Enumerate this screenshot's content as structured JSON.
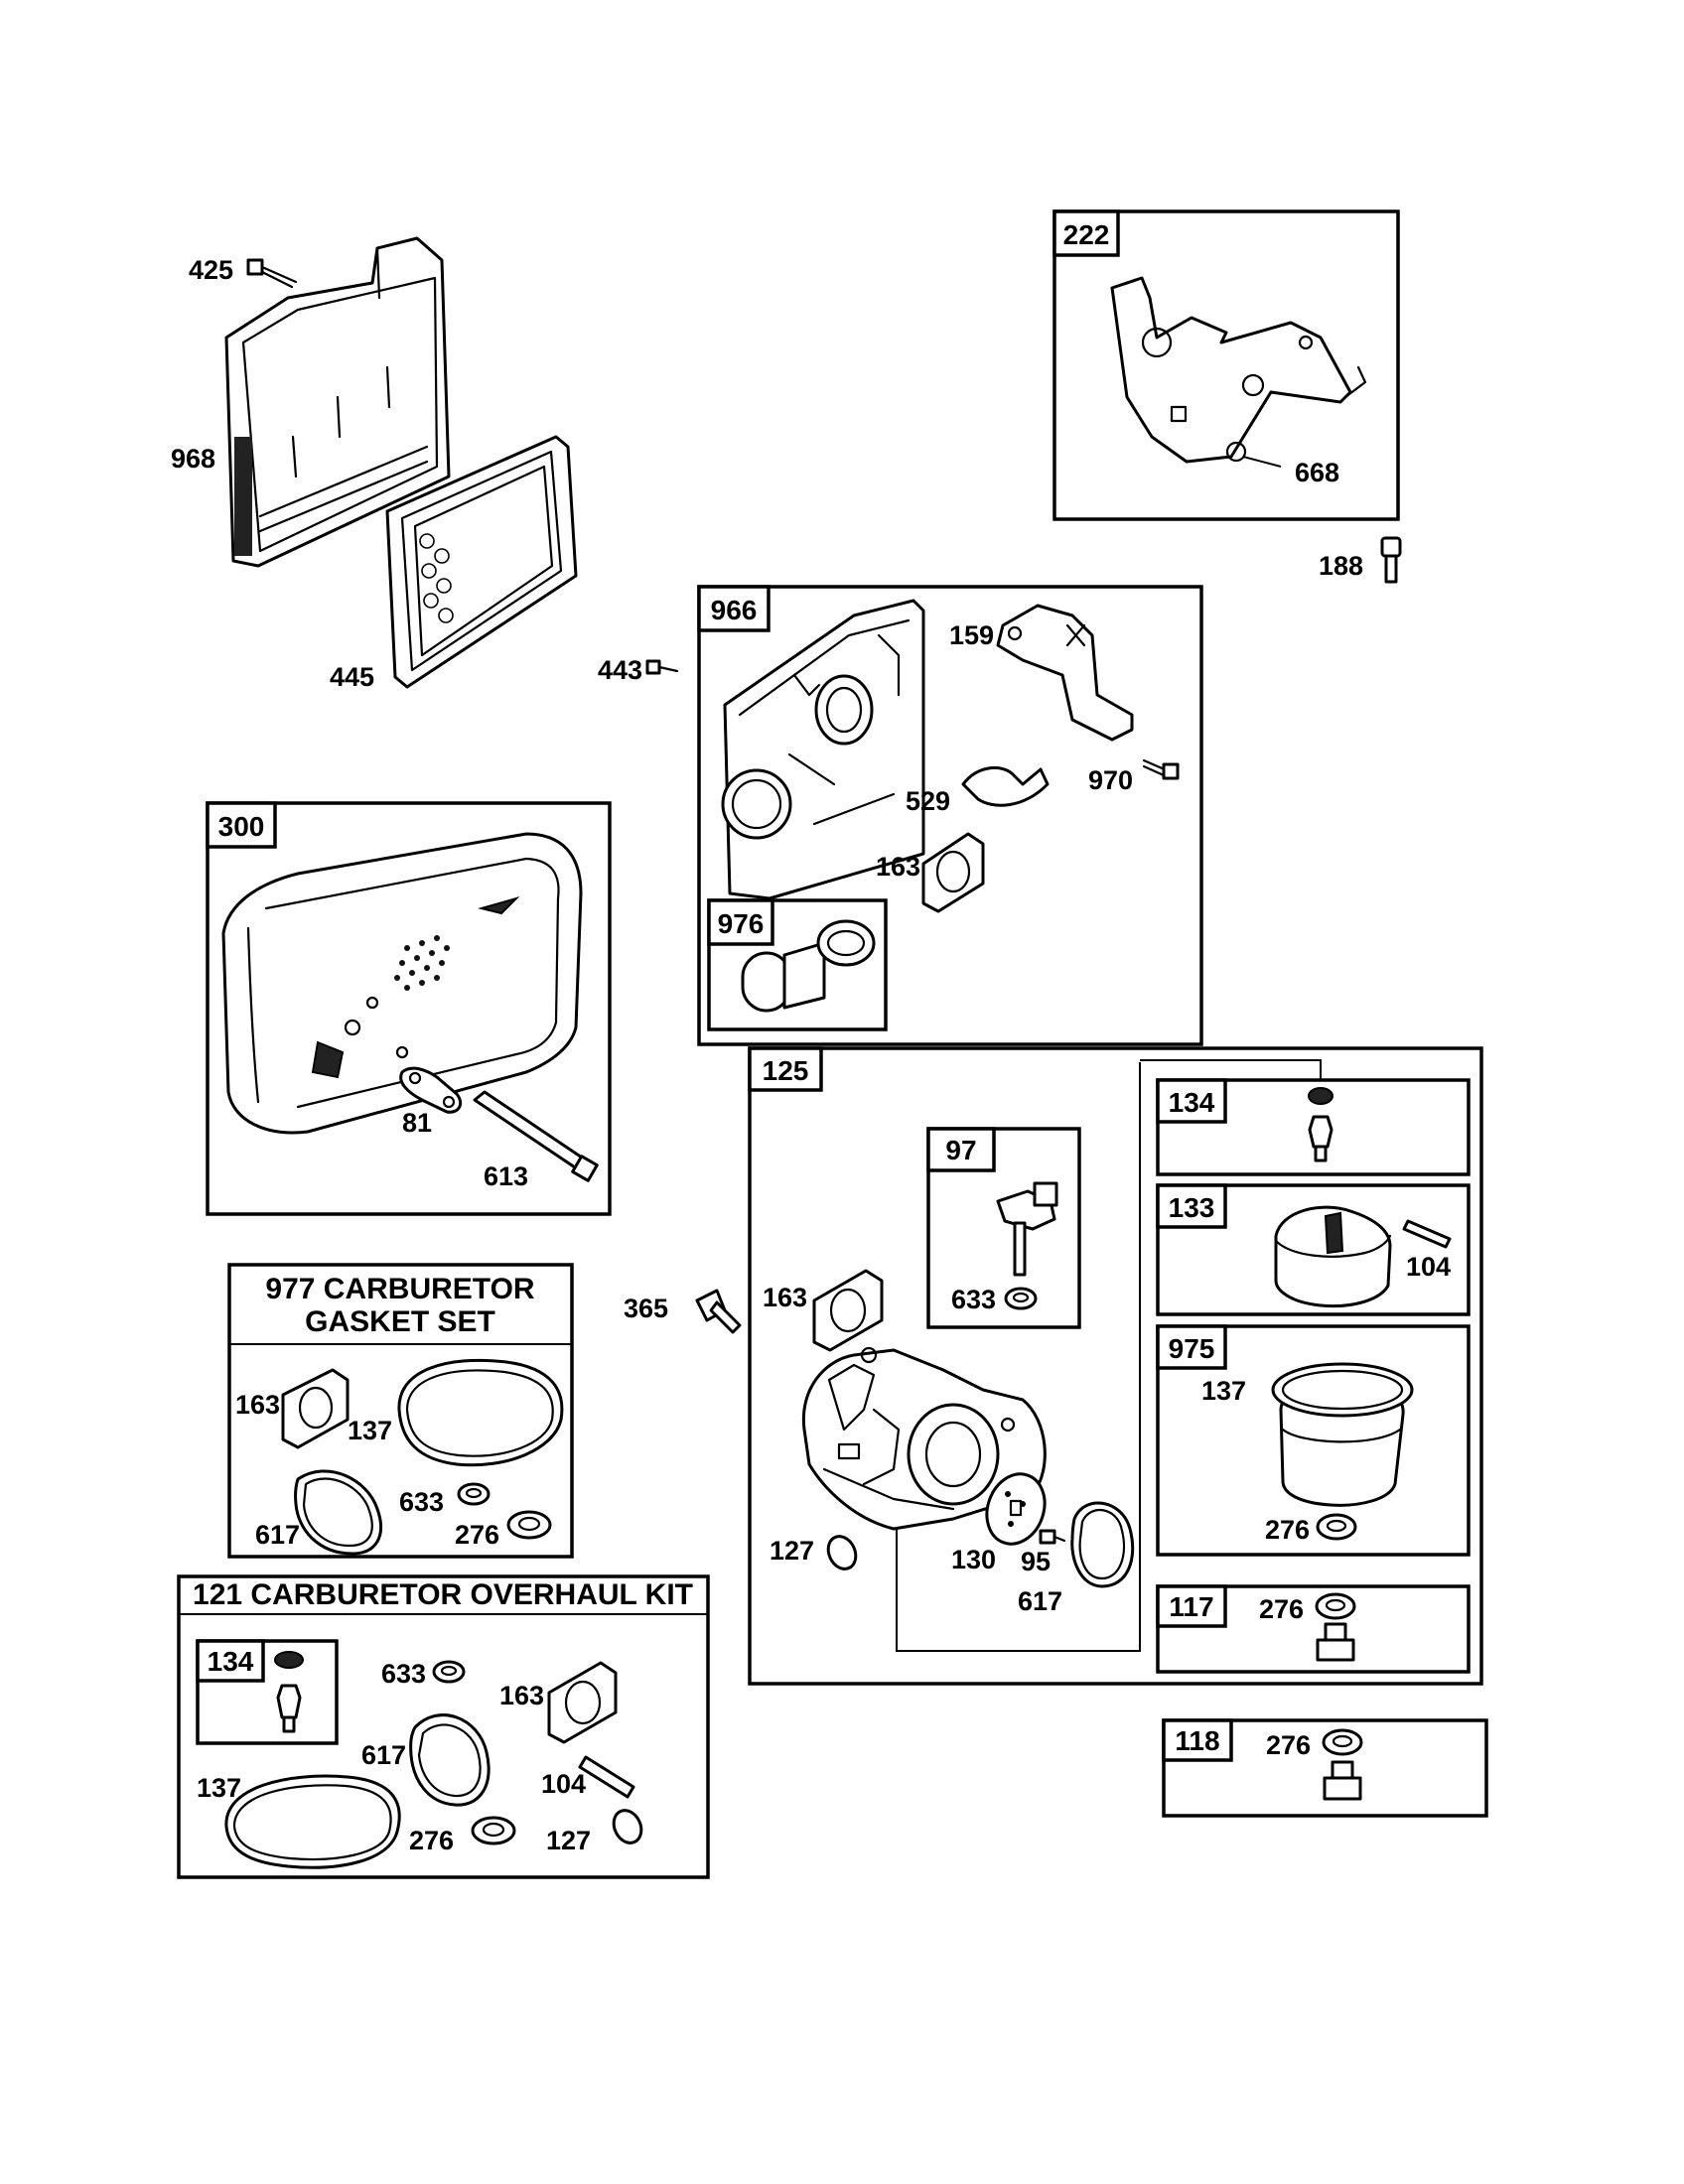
{
  "boxes": {
    "b222": "222",
    "b966": "966",
    "b976": "976",
    "b300": "300",
    "b125": "125",
    "b97": "97",
    "b134a": "134",
    "b133": "133",
    "b975": "975",
    "b117": "117",
    "b118": "118",
    "b134b": "134"
  },
  "kits": {
    "gasket_line1": "977 CARBURETOR",
    "gasket_line2": "GASKET SET",
    "overhaul": "121 CARBURETOR OVERHAUL KIT"
  },
  "labels": {
    "p425": "425",
    "p968": "968",
    "p445": "445",
    "p443": "443",
    "p668": "668",
    "p188": "188",
    "p159": "159",
    "p529": "529",
    "p970": "970",
    "p163a": "163",
    "p81": "81",
    "p613": "613",
    "g163": "163",
    "g137": "137",
    "g617": "617",
    "g633": "633",
    "g276": "276",
    "p365": "365",
    "p163b": "163",
    "p633a": "633",
    "p127a": "127",
    "p130": "130",
    "p95": "95",
    "p617a": "617",
    "p104a": "104",
    "p137a": "137",
    "p276a": "276",
    "p276b": "276",
    "p276c": "276",
    "k633": "633",
    "k163": "163",
    "k617": "617",
    "k137": "137",
    "k104": "104",
    "k276": "276",
    "k127": "127"
  },
  "icons": [
    "air-cleaner-base",
    "air-filter",
    "governor-bracket",
    "screw",
    "carburetor-adapter",
    "muffler",
    "muffler-guard",
    "carburetor",
    "float",
    "float-bowl",
    "inlet-needle",
    "gasket",
    "o-ring",
    "washer",
    "bowl-nut"
  ]
}
